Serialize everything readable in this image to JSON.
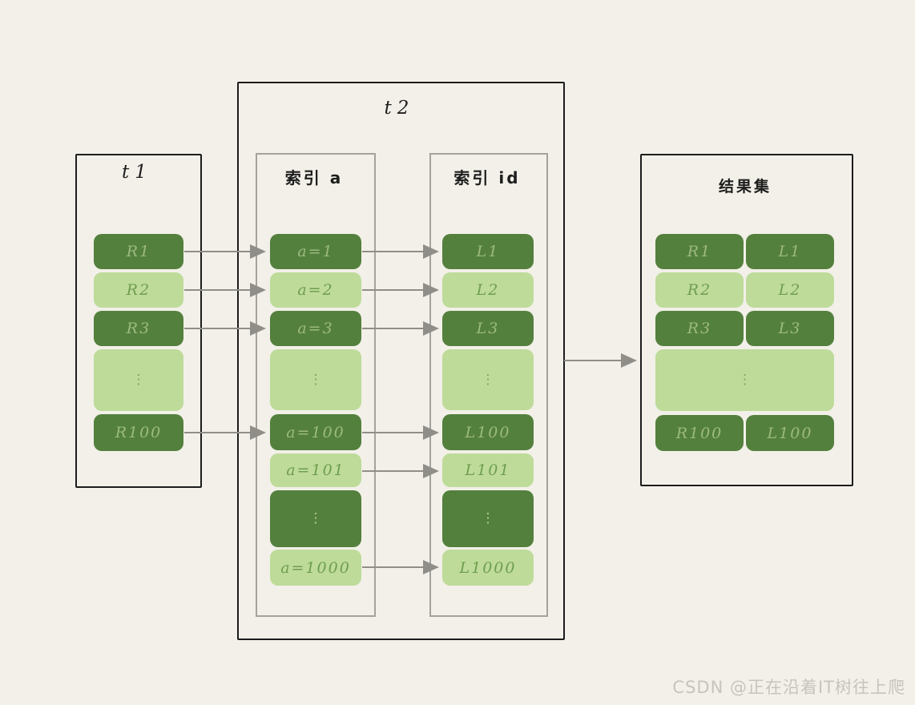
{
  "colors": {
    "background": "#f2f0e8",
    "dark_green": "#54803e",
    "light_green": "#bedb9a",
    "dark_text": "#9cba7e",
    "light_text": "#6f9e4f",
    "arrow_gray": "#908e89",
    "box_border": "#1c1c1c",
    "subbox_border": "#a5a29b"
  },
  "t1": {
    "title": "t1",
    "rows": [
      {
        "label": "R1"
      },
      {
        "label": "R2"
      },
      {
        "label": "R3"
      },
      {
        "label": "⋮"
      },
      {
        "label": "R100"
      }
    ]
  },
  "t2": {
    "title": "t2",
    "index_a": {
      "title": "索引 a",
      "rows": [
        {
          "label": "a=1"
        },
        {
          "label": "a=2"
        },
        {
          "label": "a=3"
        },
        {
          "label": "⋮"
        },
        {
          "label": "a=100"
        },
        {
          "label": "a=101"
        },
        {
          "label": "⋮"
        },
        {
          "label": "a=1000"
        }
      ]
    },
    "index_id": {
      "title": "索引 id",
      "rows": [
        {
          "label": "L1"
        },
        {
          "label": "L2"
        },
        {
          "label": "L3"
        },
        {
          "label": "⋮"
        },
        {
          "label": "L100"
        },
        {
          "label": "L101"
        },
        {
          "label": "⋮"
        },
        {
          "label": "L1000"
        }
      ]
    }
  },
  "result": {
    "title": "结果集",
    "rows": [
      {
        "left": "R1",
        "right": "L1"
      },
      {
        "left": "R2",
        "right": "L2"
      },
      {
        "left": "R3",
        "right": "L3"
      },
      {
        "dots": "⋮"
      },
      {
        "left": "R100",
        "right": "L100"
      }
    ]
  },
  "watermark": "CSDN @正在沿着IT树往上爬"
}
